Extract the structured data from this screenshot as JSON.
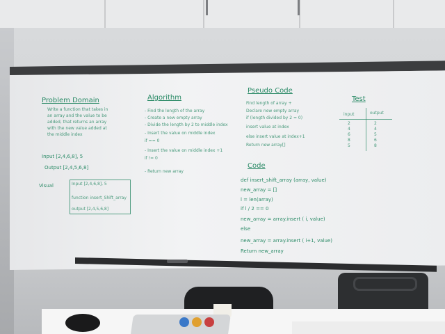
{
  "board": {
    "problem_domain": {
      "title": "Problem Domain",
      "lines": [
        "Write a function that takes in",
        "an array and the value to be",
        "added, that returns an array",
        "with the new value added at",
        "the middle index"
      ],
      "input": "Input [2,4,6,8], 5",
      "output": "Output [2,4,5,6,8]"
    },
    "visual": {
      "label": "Visual",
      "rows": [
        "Input  [2,4,6,8], 5",
        "function  insert_Shift_array",
        "output  [2,4,5,6,8]"
      ]
    },
    "algorithm": {
      "title": "Algorithm",
      "lines": [
        "- Find the length of the array",
        "- Create a new empty array",
        "- Divide the length by 2 to middle index",
        "- Insert the value on middle index",
        "    if == 0",
        "- Insert the value on middle index +1",
        "    if != 0",
        "- Return new array"
      ]
    },
    "pseudo_code": {
      "title": "Pseudo Code",
      "lines": [
        "Find length of array +",
        "Declare new empty array",
        "if (length divided by 2 = 0)",
        "    insert value at index",
        "else insert value at index+1",
        "Return new array[]"
      ]
    },
    "test": {
      "title": "Test",
      "headers": [
        "input",
        "output"
      ],
      "inputs": [
        "2",
        "4",
        "6",
        "8",
        "5"
      ],
      "outputs": [
        "2",
        "4",
        "5",
        "6",
        "8"
      ]
    },
    "code": {
      "title": "Code",
      "lines": [
        "def insert_shift_array (array, value)",
        "    new_array = []",
        "    l = len(array)",
        "    if l / 2 == 0",
        "        new_array = array.insert ( i, value)",
        "    else",
        "        new_array = array.insert ( i+1, value)",
        "    Return new_array"
      ]
    }
  },
  "colors": {
    "ink": "#2a8a66",
    "board": "#eeeff1",
    "rail": "#3c3d3f"
  }
}
